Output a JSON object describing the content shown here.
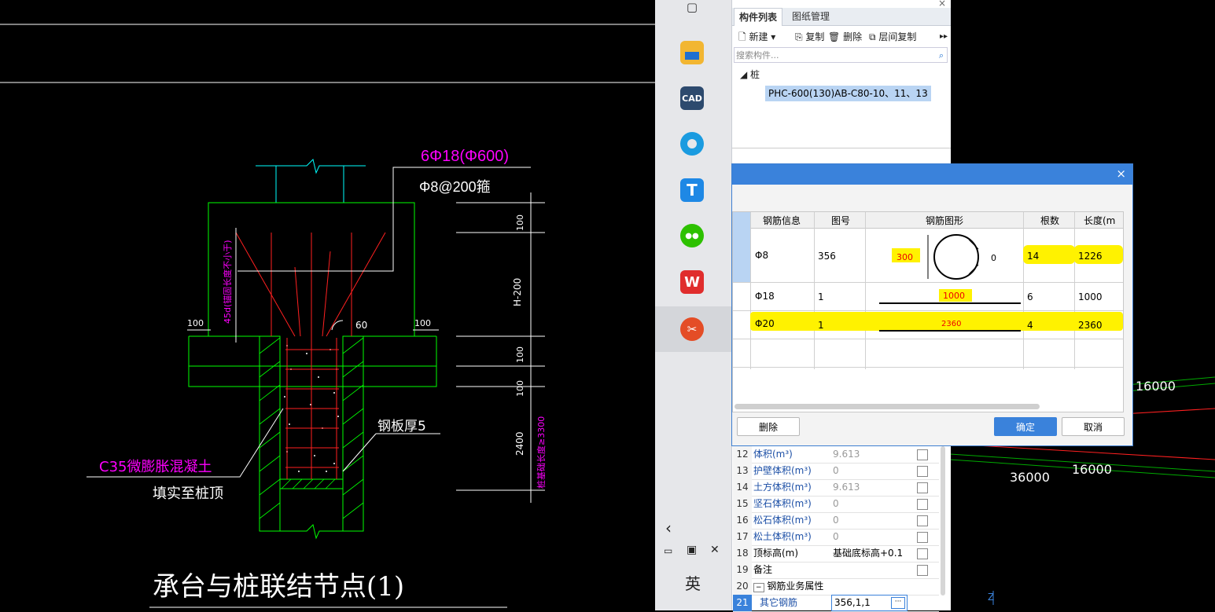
{
  "cad": {
    "title": "承台与桩联结节点(1)",
    "rebar_main": "6Φ18(Φ600)",
    "stirrup": "Φ8@200箍",
    "dim_100_top": "100",
    "dim_h200": "H-200",
    "dim_100_mid": "100",
    "dim_100_low": "100",
    "dim_2400": "2400",
    "dim_side_left": "100",
    "dim_side_right": "100",
    "anchor_note": "45d(锚固长度不小于)",
    "angle": "60",
    "right_note": "桩基础长度≥3300",
    "plate": "钢板厚5",
    "concrete": "C35微膨胀混凝土",
    "fill": "填实至桩顶",
    "bg_dims": [
      "16000",
      "36000",
      "16000"
    ],
    "axis_label": "Z"
  },
  "taskbar": {
    "icons": [
      "display-icon",
      "files-icon",
      "cad-app-icon",
      "edge-icon",
      "t-app-icon",
      "wechat-icon",
      "wps-icon",
      "snip-icon"
    ],
    "cad_text": "CAD",
    "t_text": "T",
    "wps_text": "W",
    "ime": "英"
  },
  "panel": {
    "tab_active": "构件列表",
    "tab_other": "图纸管理",
    "toolbar": {
      "new": "新建",
      "copy": "复制",
      "delete": "删除",
      "floor_copy": "层间复制"
    },
    "search_placeholder": "搜索构件...",
    "tree_root": "桩",
    "tree_item": "PHC-600(130)AB-C80-10、11、13"
  },
  "dialog": {
    "headers": [
      "钢筋信息",
      "图号",
      "钢筋图形",
      "根数",
      "长度(m"
    ],
    "rows": [
      {
        "info": "Φ8",
        "fig_no": "356",
        "shape_a": "300",
        "shape_b": "0",
        "count": "14",
        "length": "1226"
      },
      {
        "info": "Φ18",
        "fig_no": "1",
        "shape_a": "1000",
        "count": "6",
        "length": "1000"
      },
      {
        "info": "Φ20",
        "fig_no": "1",
        "shape_a": "2360",
        "count": "4",
        "length": "2360"
      }
    ],
    "delete": "删除",
    "ok": "确定",
    "cancel": "取消",
    "close": "×"
  },
  "props": [
    {
      "num": "12",
      "name": "体积(m³)",
      "value": "9.613"
    },
    {
      "num": "13",
      "name": "护壁体积(m³)",
      "value": "0"
    },
    {
      "num": "14",
      "name": "土方体积(m³)",
      "value": "9.613"
    },
    {
      "num": "15",
      "name": "坚石体积(m³)",
      "value": "0"
    },
    {
      "num": "16",
      "name": "松石体积(m³)",
      "value": "0"
    },
    {
      "num": "17",
      "name": "松土体积(m³)",
      "value": "0"
    },
    {
      "num": "18",
      "name": "顶标高(m)",
      "value": "基础底标高+0.1"
    },
    {
      "num": "19",
      "name": "备注",
      "value": ""
    },
    {
      "num": "20",
      "name": "钢筋业务属性",
      "value": ""
    },
    {
      "num": "21",
      "name": "其它钢筋",
      "value": "356,1,1"
    }
  ],
  "colors": {
    "accent": "#3a82db",
    "highlight": "#fff200",
    "cad_green": "#00ff00",
    "cad_cyan": "#00ffff",
    "cad_red": "#ff2020",
    "cad_magenta": "#ff00ff"
  }
}
